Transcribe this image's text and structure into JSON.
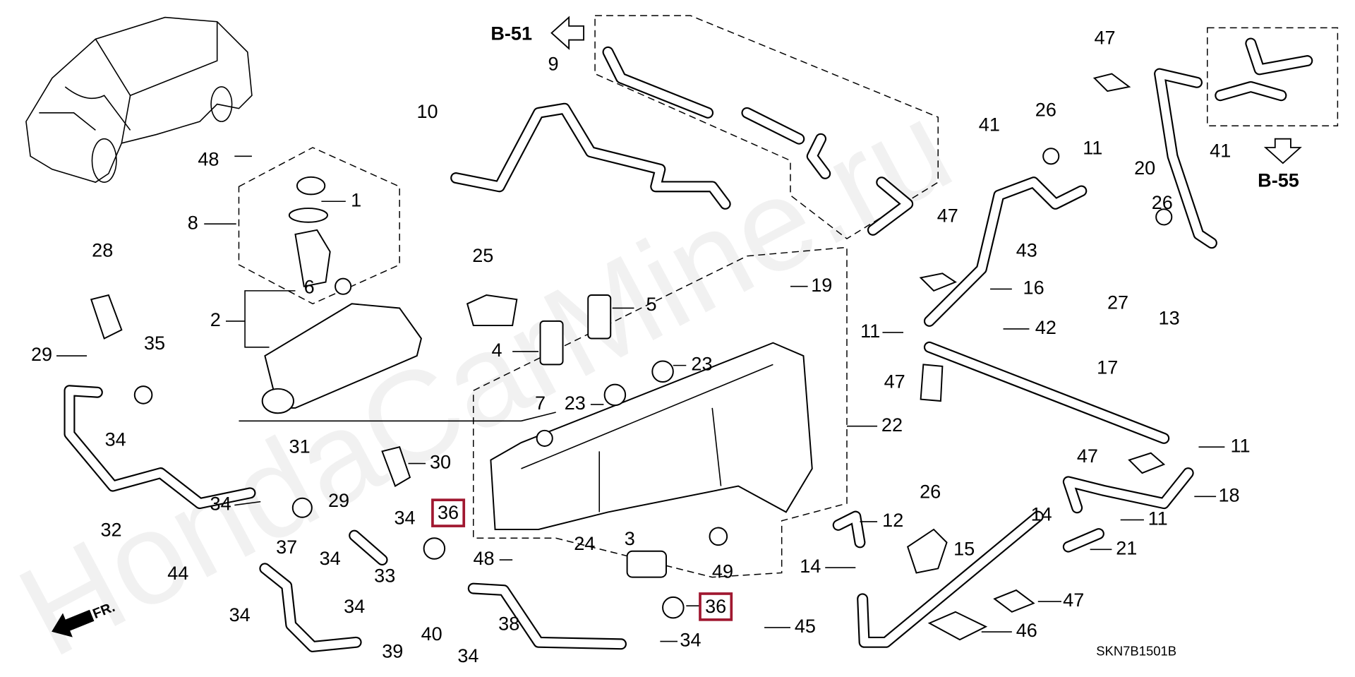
{
  "diagram": {
    "reference_left": "B-51",
    "reference_right": "B-55",
    "front_marker": "FR.",
    "drawing_code": "SKN7B1501B",
    "watermark": "HondaCarMine.ru",
    "highlight_color": "#a01830",
    "callouts": [
      "9",
      "10",
      "48",
      "1",
      "8",
      "28",
      "25",
      "6",
      "5",
      "19",
      "2",
      "4",
      "35",
      "29",
      "23",
      "23",
      "7",
      "34",
      "22",
      "30",
      "31",
      "34",
      "29",
      "34",
      "32",
      "44",
      "37",
      "34",
      "33",
      "48",
      "24",
      "3",
      "49",
      "34",
      "34",
      "39",
      "40",
      "34",
      "38",
      "34",
      "45",
      "47",
      "41",
      "26",
      "11",
      "20",
      "41",
      "26",
      "43",
      "47",
      "16",
      "27",
      "13",
      "11",
      "42",
      "17",
      "47",
      "11",
      "47",
      "18",
      "26",
      "12",
      "11",
      "14",
      "15",
      "21",
      "14",
      "47",
      "46"
    ],
    "boxed_callouts": [
      "36",
      "36"
    ]
  }
}
